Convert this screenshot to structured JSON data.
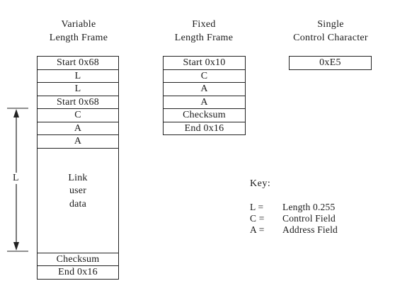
{
  "variable_frame": {
    "heading": [
      "Variable",
      "Length Frame"
    ],
    "cells": [
      "Start 0x68",
      "L",
      "L",
      "Start 0x68",
      "C",
      "A",
      "A"
    ],
    "user_data": [
      "Link",
      "user",
      "data"
    ],
    "tail": [
      "Checksum",
      "End 0x16"
    ]
  },
  "fixed_frame": {
    "heading": [
      "Fixed",
      "Length Frame"
    ],
    "cells": [
      "Start 0x10",
      "C",
      "A",
      "A",
      "Checksum",
      "End 0x16"
    ]
  },
  "single_control": {
    "heading": [
      "Single",
      "Control Character"
    ],
    "value": "0xE5"
  },
  "length_marker": {
    "label": "L"
  },
  "key": {
    "title": "Key:",
    "entries": [
      {
        "symbol": "L =",
        "meaning": "Length 0.255"
      },
      {
        "symbol": "C =",
        "meaning": "Control Field"
      },
      {
        "symbol": "A =",
        "meaning": "Address Field"
      }
    ]
  }
}
